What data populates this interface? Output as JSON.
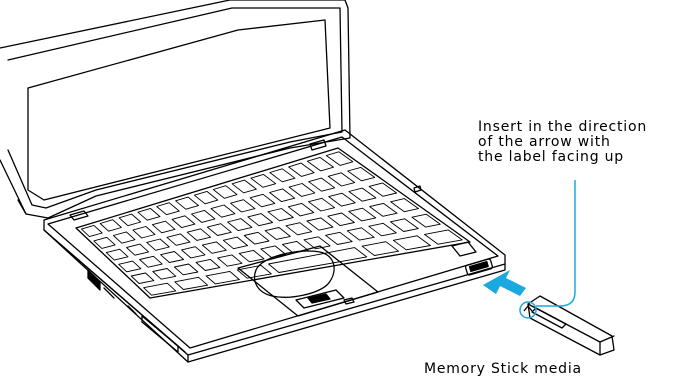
{
  "callout": {
    "lines": [
      "Insert in the direction",
      "of the arrow with",
      "the label facing up"
    ]
  },
  "media_label": "Memory Stick media",
  "colors": {
    "outline": "#000000",
    "accent": "#1aa8e0",
    "background": "#ffffff"
  },
  "icons": {
    "insert_arrow": "arrow-icon",
    "media_arrow_mark": "arrow-mark-icon"
  }
}
